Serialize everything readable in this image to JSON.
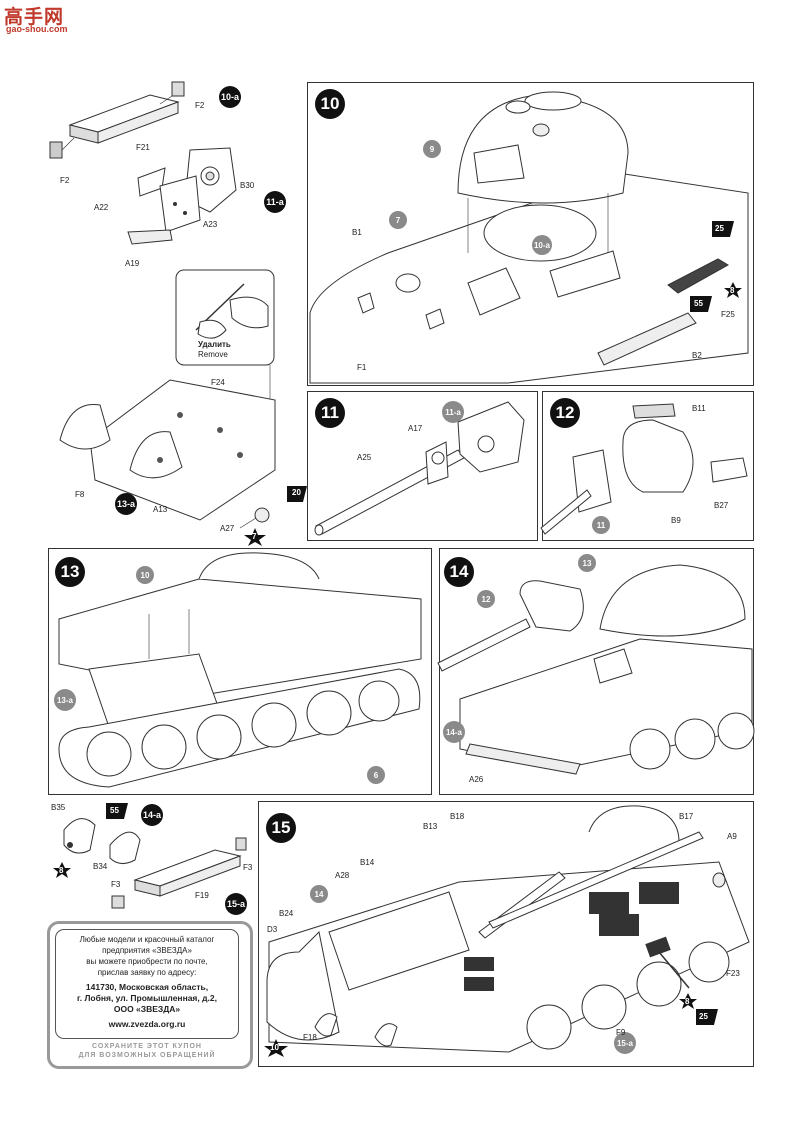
{
  "watermark": {
    "chinese": "高手网",
    "url": "gao-shou.com"
  },
  "steps": {
    "s10": {
      "num": "10",
      "labels": {
        "part9": "9",
        "part7": "7",
        "b1": "B1",
        "f1": "F1",
        "part10a": "10-a",
        "badge25": "25",
        "badge8": "8",
        "badge55": "55",
        "f25": "F25",
        "b2": "B2"
      }
    },
    "s11": {
      "num": "11",
      "labels": {
        "a17": "A17",
        "a25": "A25",
        "part11a": "11-a"
      }
    },
    "s12": {
      "num": "12",
      "labels": {
        "b11": "B11",
        "b9": "B9",
        "b27": "B27",
        "part11": "11"
      }
    },
    "s13": {
      "num": "13",
      "labels": {
        "part10": "10",
        "part13a": "13-a",
        "part6": "6"
      }
    },
    "s14": {
      "num": "14",
      "labels": {
        "part13": "13",
        "part12": "12",
        "part14a": "14-a",
        "a26": "A26"
      }
    },
    "s15": {
      "num": "15",
      "labels": {
        "b13": "B13",
        "b18": "B18",
        "b17": "B17",
        "a9": "A9",
        "b14": "B14",
        "a28": "A28",
        "part14": "14",
        "b24": "B24",
        "d3": "D3",
        "f18": "F18",
        "badge10": "10",
        "part15a": "15-a",
        "f9": "F9",
        "badge8": "8",
        "badge25": "25",
        "f23": "F23"
      }
    }
  },
  "subassemblies": {
    "s10a": {
      "tag": "10-a",
      "f2a": "F2",
      "f21": "F21",
      "f2b": "F2"
    },
    "s11a": {
      "tag": "11-a",
      "b30": "B30",
      "a22": "A22",
      "a23": "A23",
      "a19": "A19"
    },
    "s13a": {
      "tag": "13-a",
      "remove_ru": "Удалить",
      "remove_en": "Remove",
      "f24": "F24",
      "f8": "F8",
      "a13": "A13",
      "a27": "A27",
      "badge20": "20",
      "badge7": "7"
    },
    "s14a": {
      "tag": "14-a",
      "b35": "B35",
      "badge55": "55",
      "b34": "B34",
      "badge8": "8"
    },
    "s15a": {
      "tag": "15-a",
      "f3a": "F3",
      "f3b": "F3",
      "f19": "F19"
    }
  },
  "coupon": {
    "line1": "Любые модели и красочный каталог",
    "line2": "предприятия «ЗВЕЗДА»",
    "line3": "вы можете приобрести по почте,",
    "line4": "прислав заявку по адресу:",
    "addr1": "141730, Московская область,",
    "addr2": "г. Лобня, ул. Промышленная, д.2,",
    "addr3": "ООО «ЗВЕЗДА»",
    "web": "www.zvezda.org.ru",
    "foot1": "СОХРАНИТЕ ЭТОТ КУПОН",
    "foot2": "ДЛЯ ВОЗМОЖНЫХ ОБРАЩЕНИЙ"
  }
}
